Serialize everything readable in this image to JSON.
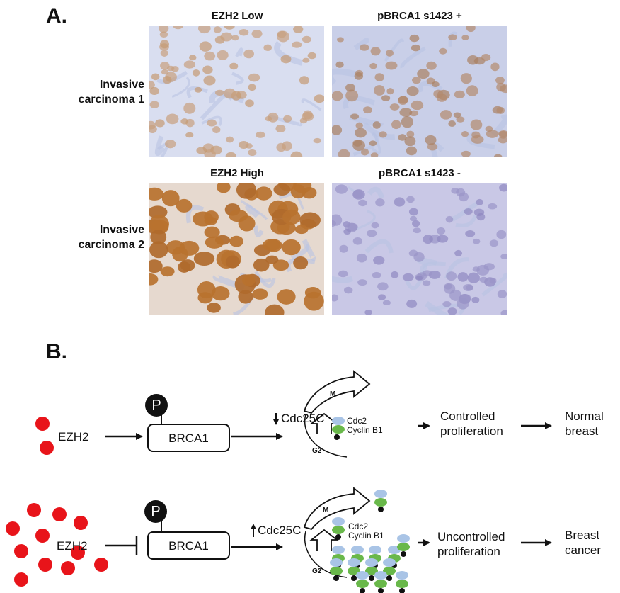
{
  "panel_a": {
    "letter": "A.",
    "columns": [
      "EZH2 Low",
      "pBRCA1 s1423 +",
      "EZH2 High",
      "pBRCA1 s1423 -"
    ],
    "rows": [
      {
        "line1": "Invasive",
        "line2": "carcinoma 1"
      },
      {
        "line1": "Invasive",
        "line2": "carcinoma 2"
      }
    ],
    "images": [
      {
        "name": "ezh2-low-image",
        "stain": "#c49a72",
        "bg": "#d9def0",
        "nucleus": "#c8a07e"
      },
      {
        "name": "pbrca1-positive-image",
        "stain": "#a98062",
        "bg": "#c9cfe8",
        "nucleus": "#b48a6e"
      },
      {
        "name": "ezh2-high-image",
        "stain": "#b06a2c",
        "bg": "#e6d9cf",
        "nucleus": "#b8722f"
      },
      {
        "name": "pbrca1-negative-image",
        "stain": "#8e88c0",
        "bg": "#c9c8e6",
        "nucleus": "#9a94c8"
      }
    ]
  },
  "panel_b": {
    "letter": "B.",
    "colors": {
      "ezh2_dot": "#e8141a",
      "cdc2": "#a9c4e6",
      "cyclin": "#69b84a",
      "phospho": "#111111"
    },
    "top": {
      "ezh2": "EZH2",
      "phospho": "P",
      "brca1": "BRCA1",
      "cdc25c": "Cdc25C",
      "cdc2": "Cdc2",
      "cyclin": "Cyclin B1",
      "m": "M",
      "g2": "G2",
      "outcome1_line1": "Controlled",
      "outcome1_line2": "proliferation",
      "outcome2_line1": "Normal",
      "outcome2_line2": "breast"
    },
    "bottom": {
      "ezh2": "EZH2",
      "phospho": "P",
      "brca1": "BRCA1",
      "cdc25c": "Cdc25C",
      "cdc2": "Cdc2",
      "cyclin": "Cyclin B1",
      "m": "M",
      "g2": "G2",
      "outcome1_line1": "Uncontrolled",
      "outcome1_line2": "proliferation",
      "outcome2_line1": "Breast",
      "outcome2_line2": "cancer"
    }
  }
}
